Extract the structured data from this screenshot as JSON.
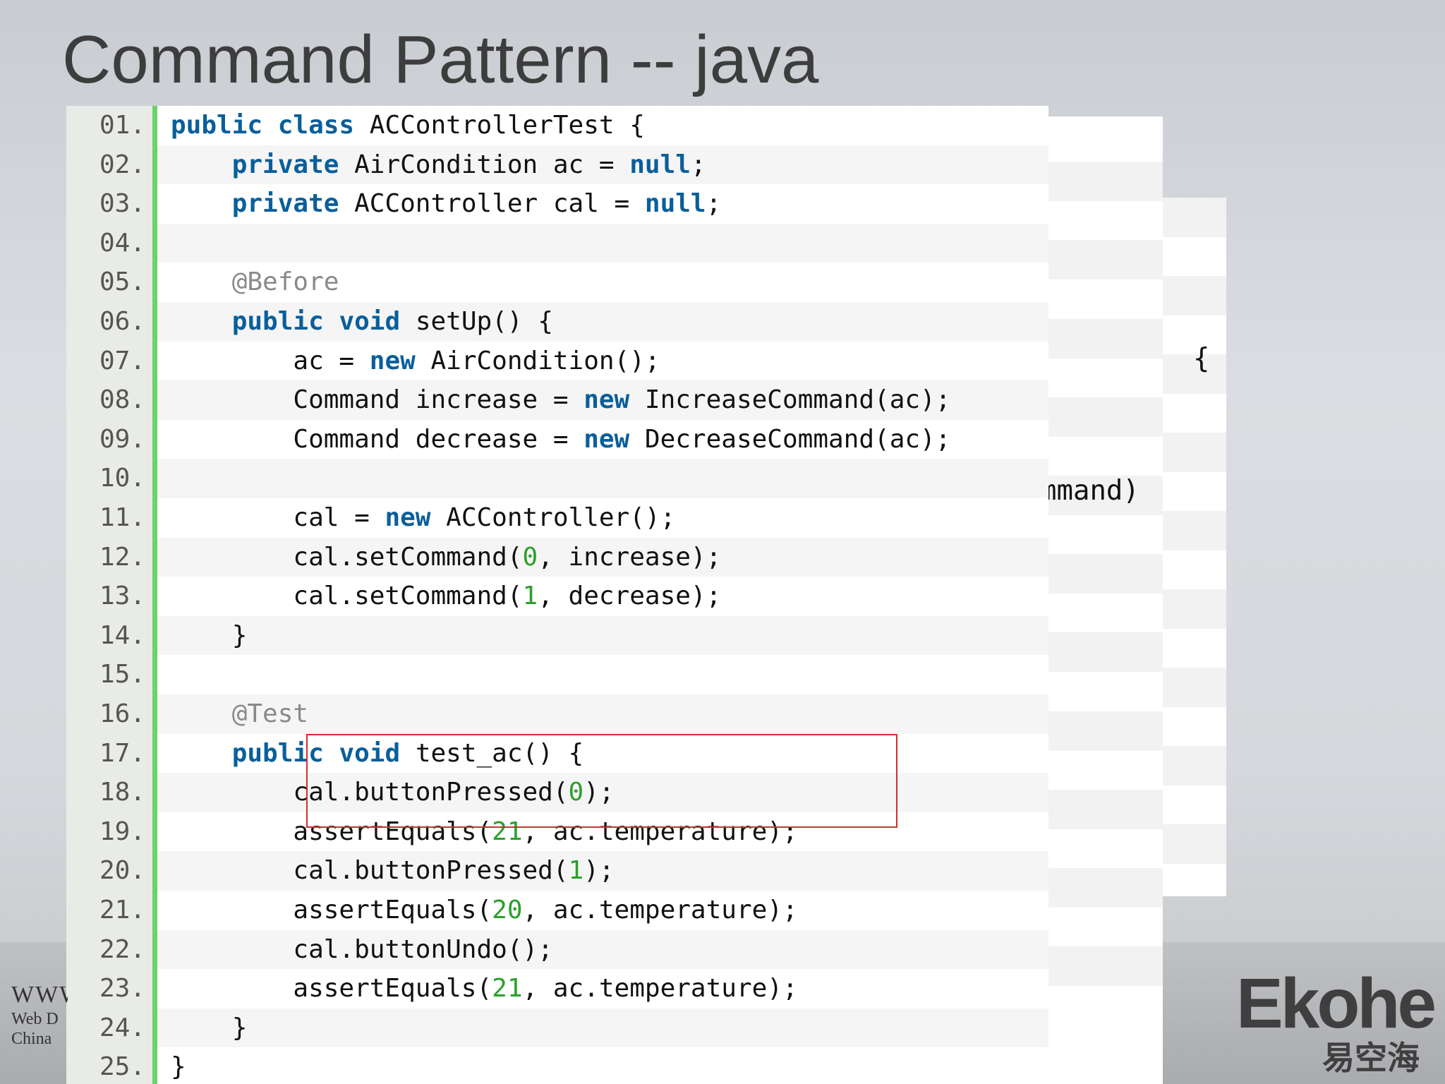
{
  "slide": {
    "title": "Command Pattern -- java"
  },
  "code": {
    "lines": [
      {
        "no": "01.",
        "tokens": [
          {
            "t": "kw",
            "v": "public"
          },
          {
            "t": "",
            "v": " "
          },
          {
            "t": "kw",
            "v": "class"
          },
          {
            "t": "",
            "v": " ACControllerTest {"
          }
        ]
      },
      {
        "no": "02.",
        "tokens": [
          {
            "t": "",
            "v": "    "
          },
          {
            "t": "kw",
            "v": "private"
          },
          {
            "t": "",
            "v": " AirCondition ac = "
          },
          {
            "t": "kw",
            "v": "null"
          },
          {
            "t": "",
            "v": ";"
          }
        ]
      },
      {
        "no": "03.",
        "tokens": [
          {
            "t": "",
            "v": "    "
          },
          {
            "t": "kw",
            "v": "private"
          },
          {
            "t": "",
            "v": " ACController cal = "
          },
          {
            "t": "kw",
            "v": "null"
          },
          {
            "t": "",
            "v": ";"
          }
        ]
      },
      {
        "no": "04.",
        "tokens": []
      },
      {
        "no": "05.",
        "tokens": [
          {
            "t": "",
            "v": "    "
          },
          {
            "t": "ann",
            "v": "@Before"
          }
        ]
      },
      {
        "no": "06.",
        "tokens": [
          {
            "t": "",
            "v": "    "
          },
          {
            "t": "kw",
            "v": "public"
          },
          {
            "t": "",
            "v": " "
          },
          {
            "t": "kw",
            "v": "void"
          },
          {
            "t": "",
            "v": " setUp() {"
          }
        ]
      },
      {
        "no": "07.",
        "tokens": [
          {
            "t": "",
            "v": "        ac = "
          },
          {
            "t": "kw",
            "v": "new"
          },
          {
            "t": "",
            "v": " AirCondition();"
          }
        ]
      },
      {
        "no": "08.",
        "tokens": [
          {
            "t": "",
            "v": "        Command increase = "
          },
          {
            "t": "kw",
            "v": "new"
          },
          {
            "t": "",
            "v": " IncreaseCommand(ac);"
          }
        ]
      },
      {
        "no": "09.",
        "tokens": [
          {
            "t": "",
            "v": "        Command decrease = "
          },
          {
            "t": "kw",
            "v": "new"
          },
          {
            "t": "",
            "v": " DecreaseCommand(ac);"
          }
        ]
      },
      {
        "no": "10.",
        "tokens": []
      },
      {
        "no": "11.",
        "tokens": [
          {
            "t": "",
            "v": "        cal = "
          },
          {
            "t": "kw",
            "v": "new"
          },
          {
            "t": "",
            "v": " ACController();"
          }
        ]
      },
      {
        "no": "12.",
        "tokens": [
          {
            "t": "",
            "v": "        cal.setCommand("
          },
          {
            "t": "num",
            "v": "0"
          },
          {
            "t": "",
            "v": ", increase);"
          }
        ]
      },
      {
        "no": "13.",
        "tokens": [
          {
            "t": "",
            "v": "        cal.setCommand("
          },
          {
            "t": "num",
            "v": "1"
          },
          {
            "t": "",
            "v": ", decrease);"
          }
        ]
      },
      {
        "no": "14.",
        "tokens": [
          {
            "t": "",
            "v": "    }"
          }
        ]
      },
      {
        "no": "15.",
        "tokens": []
      },
      {
        "no": "16.",
        "tokens": [
          {
            "t": "",
            "v": "    "
          },
          {
            "t": "ann",
            "v": "@Test"
          }
        ]
      },
      {
        "no": "17.",
        "tokens": [
          {
            "t": "",
            "v": "    "
          },
          {
            "t": "kw",
            "v": "public"
          },
          {
            "t": "",
            "v": " "
          },
          {
            "t": "kw",
            "v": "void"
          },
          {
            "t": "",
            "v": " test_ac() {"
          }
        ]
      },
      {
        "no": "18.",
        "tokens": [
          {
            "t": "",
            "v": "        cal.buttonPressed("
          },
          {
            "t": "num",
            "v": "0"
          },
          {
            "t": "",
            "v": ");"
          }
        ]
      },
      {
        "no": "19.",
        "tokens": [
          {
            "t": "",
            "v": "        assertEquals("
          },
          {
            "t": "num",
            "v": "21"
          },
          {
            "t": "",
            "v": ", ac.temperature);"
          }
        ]
      },
      {
        "no": "20.",
        "tokens": [
          {
            "t": "",
            "v": "        cal.buttonPressed("
          },
          {
            "t": "num",
            "v": "1"
          },
          {
            "t": "",
            "v": ");"
          }
        ]
      },
      {
        "no": "21.",
        "tokens": [
          {
            "t": "",
            "v": "        assertEquals("
          },
          {
            "t": "num",
            "v": "20"
          },
          {
            "t": "",
            "v": ", ac.temperature);"
          }
        ]
      },
      {
        "no": "22.",
        "tokens": [
          {
            "t": "",
            "v": "        cal.buttonUndo();"
          }
        ]
      },
      {
        "no": "23.",
        "tokens": [
          {
            "t": "",
            "v": "        assertEquals("
          },
          {
            "t": "num",
            "v": "21"
          },
          {
            "t": "",
            "v": ", ac.temperature);"
          }
        ]
      },
      {
        "no": "24.",
        "tokens": [
          {
            "t": "",
            "v": "    }"
          }
        ]
      },
      {
        "no": "25.",
        "tokens": [
          {
            "t": "",
            "v": "}"
          }
        ]
      }
    ]
  },
  "behind_panel": {
    "fragment_1": ") {",
    "fragment_2": "mmand)"
  },
  "footer": {
    "line1": "WWW",
    "line2": "Web D",
    "line3": "China"
  },
  "logo": {
    "word": "Ekohe",
    "chinese": "易空海"
  },
  "colors": {
    "keyword": "#0a5f9a",
    "annotation": "#8a8a8a",
    "number": "#2aa02a",
    "gutter_bar": "#6bd36b",
    "highlight_border": "#d62b2b"
  }
}
